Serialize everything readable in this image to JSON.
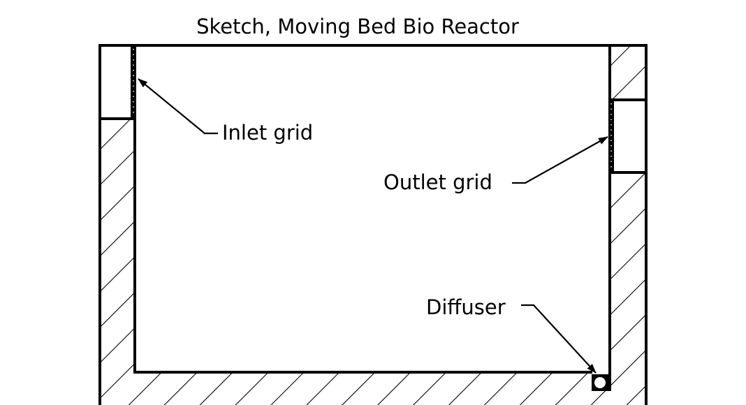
{
  "diagram": {
    "title": "Sketch, Moving Bed Bio Reactor",
    "labels": {
      "inlet": "Inlet grid",
      "outlet": "Outlet grid",
      "diffuser": "Diffuser"
    },
    "colors": {
      "line": "#000000",
      "background": "#ffffff"
    }
  }
}
